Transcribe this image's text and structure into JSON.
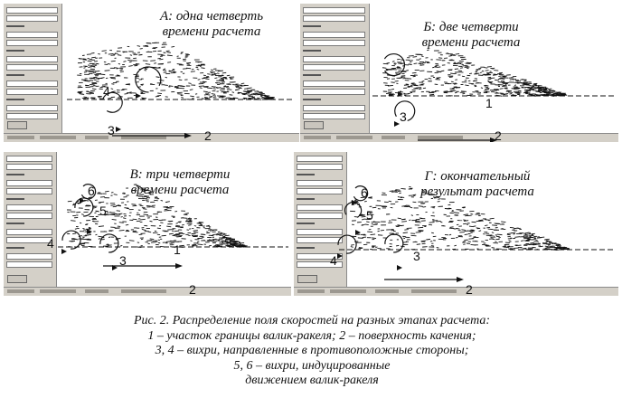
{
  "panels": [
    {
      "id": "A",
      "title": "А: одна четверть\nвремени расчета",
      "labels": [
        {
          "text": "4"
        },
        {
          "text": "3"
        },
        {
          "text": "2"
        }
      ]
    },
    {
      "id": "B",
      "title": "Б: две четверти\nвремени  расчета",
      "labels": [
        {
          "text": "3"
        },
        {
          "text": "1"
        },
        {
          "text": "2"
        }
      ]
    },
    {
      "id": "C",
      "title": "В: три четверти\nвремени  расчета",
      "labels": [
        {
          "text": "6"
        },
        {
          "text": "5"
        },
        {
          "text": "4"
        },
        {
          "text": "3"
        },
        {
          "text": "1"
        },
        {
          "text": "2"
        }
      ]
    },
    {
      "id": "D",
      "title": "Г: окончательный\nрезультат  расчета",
      "labels": [
        {
          "text": "6"
        },
        {
          "text": "5"
        },
        {
          "text": "4"
        },
        {
          "text": "3"
        },
        {
          "text": "2"
        }
      ]
    }
  ],
  "caption": {
    "line1": "Рис. 2. Распределение поля скоростей на разных этапах расчета:",
    "line2": "1 – участок границы валик-ракеля; 2 – поверхность качения;",
    "line3": "3, 4 – вихри, направленные в противоположные стороны;",
    "line4": "5, 6 – вихри, индуцированные",
    "line5": "движением валик-ракеля"
  },
  "colors": {
    "ink": "#111111",
    "window_gray": "#d4d0c8",
    "background": "#ffffff"
  }
}
